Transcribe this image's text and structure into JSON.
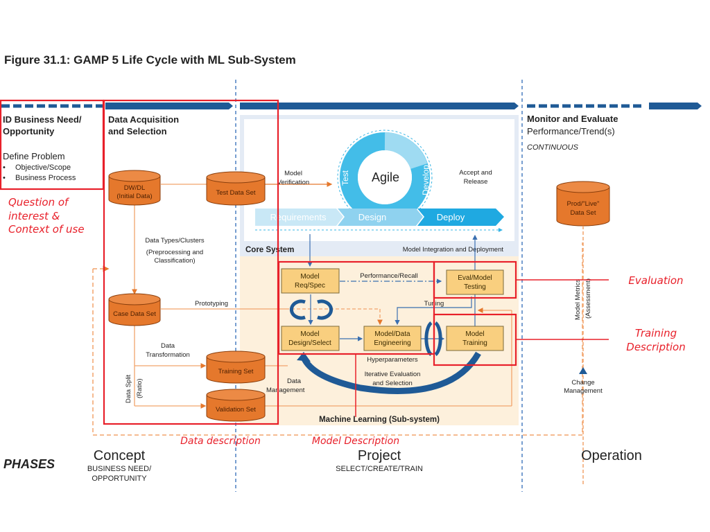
{
  "title": "Figure 31.1: GAMP 5 Life Cycle with ML Sub-System",
  "colors": {
    "arrow_blue": "#1f5a96",
    "orange": "#e5782c",
    "orange_line": "#f2a36b",
    "annotation_red": "#e8202a",
    "core_bg": "#e4ebf5",
    "ml_bg": "#fdf0dc",
    "box_fill": "#f9cf7f",
    "agile_blue": "#35b4e5"
  },
  "stages": {
    "business_need": {
      "title_line1": "ID Business Need/",
      "title_line2": "Opportunity",
      "define": "Define Problem",
      "bullets": [
        "Objective/Scope",
        "Business Process"
      ]
    },
    "data_acq": {
      "line1": "Data Acquisition",
      "line2": "and Selection"
    },
    "monitor": {
      "title": "Monitor and Evaluate",
      "subtitle": "Performance/Trend(s)",
      "note": "CONTINUOUS"
    }
  },
  "datasets": {
    "dwdl": [
      "DW/DL",
      "(Initial Data)"
    ],
    "test": "Test Data Set",
    "case": "Case Data Set",
    "training": "Training Set",
    "validation": "Validation Set",
    "prod": [
      "Prod/\"Live\"",
      "Data Set"
    ]
  },
  "labels": {
    "data_types": "Data Types/Clusters",
    "preprocessing": [
      "(Preprocessing and",
      "Classification)"
    ],
    "prototyping": "Prototyping",
    "data_transformation": [
      "Data",
      "Transformation"
    ],
    "data_split": "Data Split",
    "ratio": "(Ratio)",
    "model_verification": [
      "Model",
      "Verification"
    ],
    "accept_release": [
      "Accept and",
      "Release"
    ],
    "core_system": "Core System",
    "model_integration": "Model Integration and Deployment",
    "performance_recall": "Performance/Recall",
    "tuning": "Tuning",
    "hyperparameters": "Hyperparameters",
    "iterative": [
      "Iterative Evaluation",
      "and Selection"
    ],
    "data_management": [
      "Data",
      "Management"
    ],
    "ml_subsystem": "Machine Learning (Sub-system)",
    "model_metrics": "Model Metrics",
    "assessment": "(Assessment)",
    "change_management": [
      "Change",
      "Management"
    ]
  },
  "agile": {
    "center": "Agile",
    "test": "Test",
    "develop": "Develop",
    "requirements": "Requirements",
    "design": "Design",
    "deploy": "Deploy"
  },
  "ml_boxes": {
    "req_spec": [
      "Model",
      "Req/Spec"
    ],
    "design_select": [
      "Model",
      "Design/Select"
    ],
    "data_eng": [
      "Model/Data",
      "Engineering"
    ],
    "eval_testing": [
      "Eval/Model",
      "Testing"
    ],
    "training": [
      "Model",
      "Training"
    ]
  },
  "annotations": {
    "question": [
      "Question of",
      "interest &",
      "Context of use"
    ],
    "evaluation": "Evaluation",
    "training_desc": [
      "Training",
      "Description"
    ],
    "data_desc": "Data description",
    "model_desc": "Model Description"
  },
  "phases": {
    "label": "PHASES",
    "concept": {
      "name": "Concept",
      "sub": [
        "BUSINESS NEED/",
        "OPPORTUNITY"
      ]
    },
    "project": {
      "name": "Project",
      "sub": "SELECT/CREATE/TRAIN"
    },
    "operation": {
      "name": "Operation"
    }
  }
}
